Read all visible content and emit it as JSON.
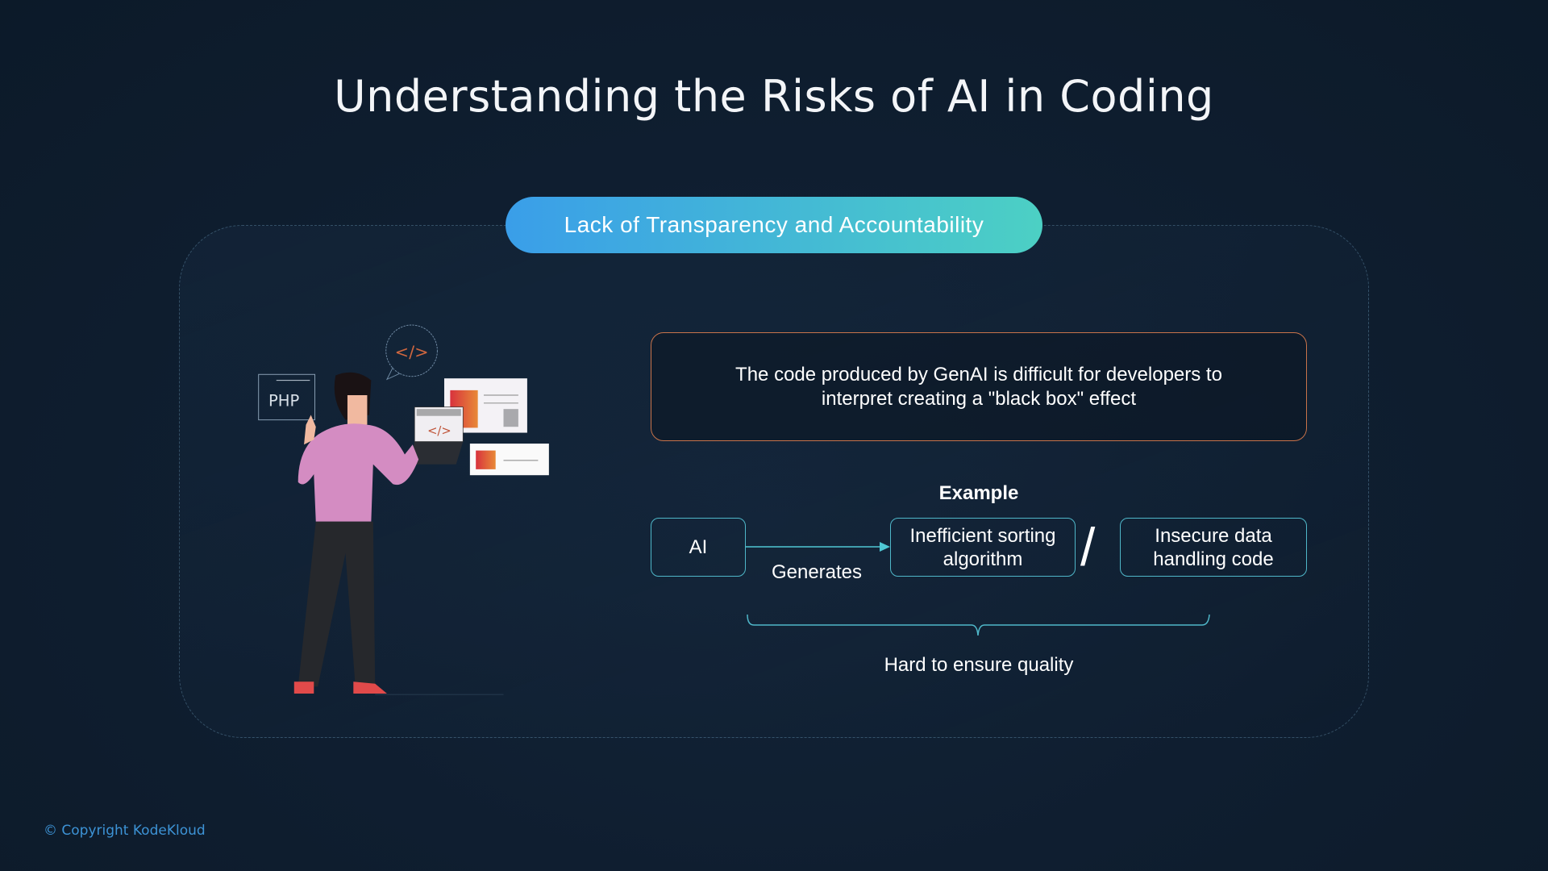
{
  "slide": {
    "title": "Understanding the Risks of AI in Coding",
    "section_pill": "Lack of Transparency and Accountability",
    "description": "The code produced by GenAI is difficult for developers to interpret creating a \"black box\" effect",
    "example": {
      "heading": "Example",
      "source": "AI",
      "arrow_label": "Generates",
      "outputs": [
        "Inefficient sorting algorithm",
        "Insecure data handling code"
      ],
      "separator": "/",
      "conclusion": "Hard to ensure quality"
    },
    "illustration": {
      "php_label": "PHP",
      "code_glyph": "</>"
    },
    "footer": "© Copyright KodeKloud"
  },
  "colors": {
    "pill_start": "#3a9ee9",
    "pill_end": "#4cd0c4",
    "desc_border": "#c8734a",
    "box_border": "#4fb7c9",
    "copyright": "#3d93d6"
  }
}
